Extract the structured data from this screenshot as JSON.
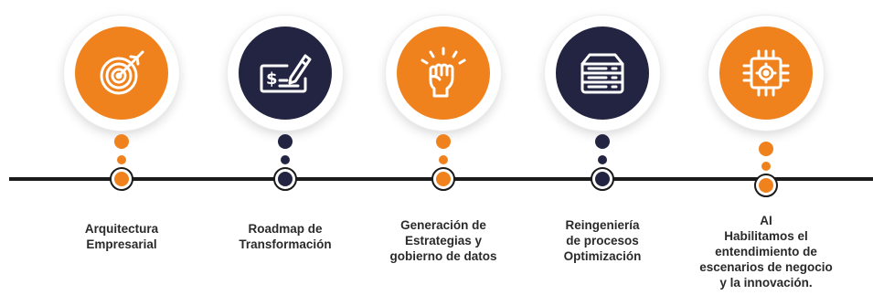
{
  "colors": {
    "orange": "#f0821e",
    "navy": "#232442",
    "line": "#1a1a1a"
  },
  "steps": [
    {
      "icon": "target-icon",
      "color": "orange",
      "label_lines": [
        "Arquitectura",
        "Empresarial"
      ]
    },
    {
      "icon": "check-signing-icon",
      "color": "navy",
      "label_lines": [
        "Roadmap de",
        "Transformación"
      ]
    },
    {
      "icon": "raised-fist-icon",
      "color": "orange",
      "label_lines": [
        "Generación de",
        "Estrategias y",
        "gobierno de datos"
      ]
    },
    {
      "icon": "server-stack-icon",
      "color": "navy",
      "label_lines": [
        "Reingeniería",
        "de procesos",
        "Optimización"
      ]
    },
    {
      "icon": "ai-chip-icon",
      "color": "orange",
      "label_lines": [
        "AI",
        "Habilitamos el",
        "entendimiento de",
        "escenarios de negocio",
        "y la innovación."
      ]
    }
  ]
}
